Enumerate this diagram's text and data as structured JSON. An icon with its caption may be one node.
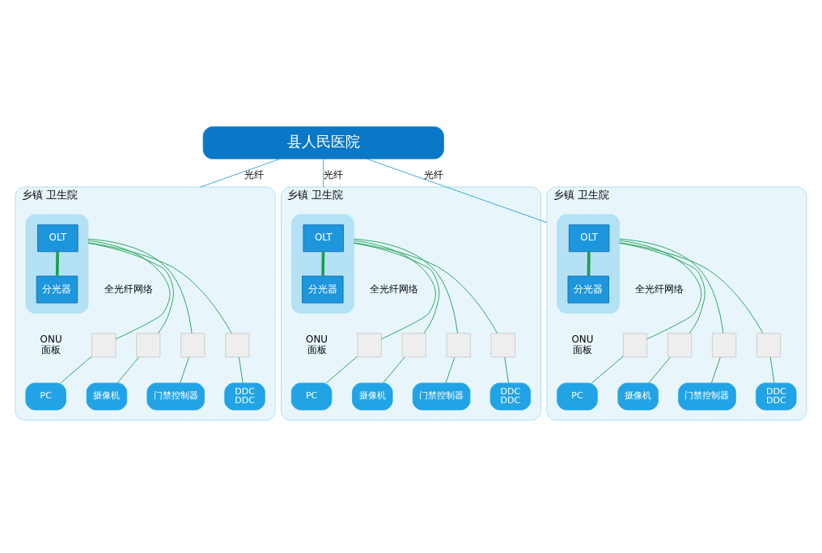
{
  "diagram": {
    "nodes": [
      {
        "text": [
          "县人民医院"
        ]
      },
      {
        "text": [
          "乡镇 卫生院"
        ]
      },
      {
        "text": [],
        "shape": "box",
        "in": 1
      },
      {
        "text": [
          "OLT"
        ],
        "in": 2
      },
      {
        "text": [
          "分光器"
        ],
        "in": 2
      },
      {
        "text": [],
        "shape": "box",
        "in": 1
      },
      {
        "text": [],
        "shape": "box",
        "in": 1
      },
      {
        "text": [],
        "shape": "box",
        "in": 1
      },
      {
        "text": [],
        "shape": "box",
        "in": 1
      },
      {
        "text": [
          "PC"
        ],
        "in": 1
      },
      {
        "text": [
          "摄像机"
        ],
        "in": 1
      },
      {
        "text": [
          "门禁控制器"
        ],
        "in": 1
      },
      {
        "text": [
          "DDC",
          "DDC"
        ],
        "in": 1
      },
      {
        "text": [
          "乡镇 卫生院"
        ]
      },
      {
        "text": [],
        "shape": "box",
        "in": 13
      },
      {
        "text": [
          "OLT"
        ],
        "in": 14
      },
      {
        "text": [
          "分光器"
        ],
        "in": 14
      },
      {
        "text": [],
        "shape": "box",
        "in": 13
      },
      {
        "text": [],
        "shape": "box",
        "in": 13
      },
      {
        "text": [],
        "shape": "box",
        "in": 13
      },
      {
        "text": [],
        "shape": "box",
        "in": 13
      },
      {
        "text": [
          "PC"
        ],
        "in": 13
      },
      {
        "text": [
          "摄像机"
        ],
        "in": 13
      },
      {
        "text": [
          "门禁控制器"
        ],
        "in": 13
      },
      {
        "text": [
          "DDC",
          "DDC"
        ],
        "in": 13
      },
      {
        "text": [
          "乡镇 卫生院"
        ]
      },
      {
        "text": [],
        "shape": "box",
        "in": 25
      },
      {
        "text": [
          "OLT"
        ],
        "in": 26
      },
      {
        "text": [
          "分光器"
        ],
        "in": 26
      },
      {
        "text": [],
        "shape": "box",
        "in": 25
      },
      {
        "text": [],
        "shape": "box",
        "in": 25
      },
      {
        "text": [],
        "shape": "box",
        "in": 25
      },
      {
        "text": [],
        "shape": "box",
        "in": 25
      },
      {
        "text": [
          "PC"
        ],
        "in": 25
      },
      {
        "text": [
          "摄像机"
        ],
        "in": 25
      },
      {
        "text": [
          "门禁控制器"
        ],
        "in": 25
      },
      {
        "text": [
          "DDC",
          "DDC"
        ],
        "in": 25
      }
    ],
    "edges": [
      {
        "from": 0,
        "to": 1,
        "arrow": "none",
        "label": "光纤",
        "color": "#2aa3d2"
      },
      {
        "from": 0,
        "to": 13,
        "arrow": "none",
        "label": "光纤",
        "color": "#2aa3d2"
      },
      {
        "from": 0,
        "to": 25,
        "arrow": "none",
        "label": "光纤",
        "color": "#2aa3d2"
      },
      {
        "from": 3,
        "to": 4,
        "arrow": "none",
        "style": "thick"
      },
      {
        "from": 2,
        "to": 5,
        "arrow": "none"
      },
      {
        "from": 2,
        "to": 6,
        "arrow": "none"
      },
      {
        "from": 2,
        "to": 7,
        "arrow": "none"
      },
      {
        "from": 2,
        "to": 8,
        "arrow": "none"
      },
      {
        "from": 5,
        "to": 9,
        "arrow": "none"
      },
      {
        "from": 6,
        "to": 10,
        "arrow": "none"
      },
      {
        "from": 7,
        "to": 11,
        "arrow": "none"
      },
      {
        "from": 8,
        "to": 12,
        "arrow": "none"
      },
      {
        "from": 15,
        "to": 16,
        "arrow": "none",
        "style": "thick"
      },
      {
        "from": 14,
        "to": 17,
        "arrow": "none"
      },
      {
        "from": 14,
        "to": 18,
        "arrow": "none"
      },
      {
        "from": 14,
        "to": 19,
        "arrow": "none"
      },
      {
        "from": 14,
        "to": 20,
        "arrow": "none"
      },
      {
        "from": 17,
        "to": 21,
        "arrow": "none"
      },
      {
        "from": 18,
        "to": 22,
        "arrow": "none"
      },
      {
        "from": 19,
        "to": 23,
        "arrow": "none"
      },
      {
        "from": 20,
        "to": 24,
        "arrow": "none"
      },
      {
        "from": 27,
        "to": 28,
        "arrow": "none",
        "style": "thick"
      },
      {
        "from": 26,
        "to": 29,
        "arrow": "none"
      },
      {
        "from": 26,
        "to": 30,
        "arrow": "none"
      },
      {
        "from": 26,
        "to": 31,
        "arrow": "none"
      },
      {
        "from": 26,
        "to": 32,
        "arrow": "none"
      },
      {
        "from": 29,
        "to": 33,
        "arrow": "none"
      },
      {
        "from": 30,
        "to": 34,
        "arrow": "none"
      },
      {
        "from": 31,
        "to": 35,
        "arrow": "none"
      },
      {
        "from": 32,
        "to": 36,
        "arrow": "none"
      }
    ],
    "labels": [
      "全光纤网络",
      "全光纤网络",
      "全光纤网络",
      "ONU 面板",
      "ONU 面板",
      "ONU 面板"
    ]
  }
}
